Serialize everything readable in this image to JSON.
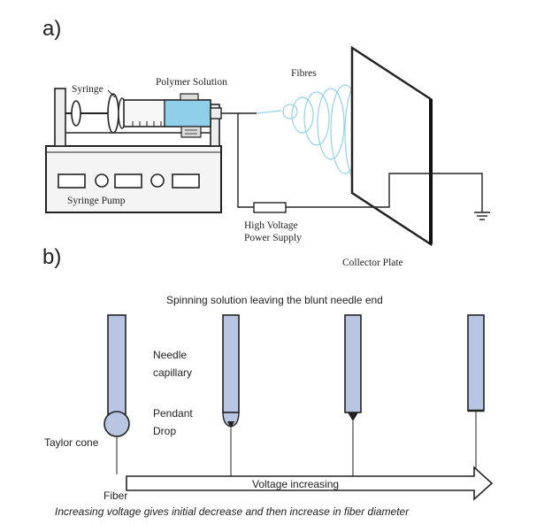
{
  "panel_a": {
    "label": "a)",
    "syringe_label": "Syringe",
    "polymer_label": "Polymer Solution",
    "fibres_label": "Fibres",
    "pump_label": "Syringe Pump",
    "power_label_line1": "High Voltage",
    "power_label_line2": "Power Supply",
    "collector_label": "Collector Plate"
  },
  "panel_b": {
    "label": "b)",
    "title": "Spinning solution leaving the blunt needle end",
    "needle_label_line1": "Needle",
    "needle_label_line2": "capillary",
    "drop_label_line1": "Pendant",
    "drop_label_line2": "Drop",
    "taylor_label": "Taylor cone",
    "fiber_label": "Fiber",
    "arrow_label": "Voltage increasing",
    "caption": "Increasing voltage gives initial decrease and then increase in fiber diameter"
  },
  "colors": {
    "needle_fill": "#b9c6e3",
    "solution_fill": "#8fd0e8",
    "line": "#222222"
  }
}
